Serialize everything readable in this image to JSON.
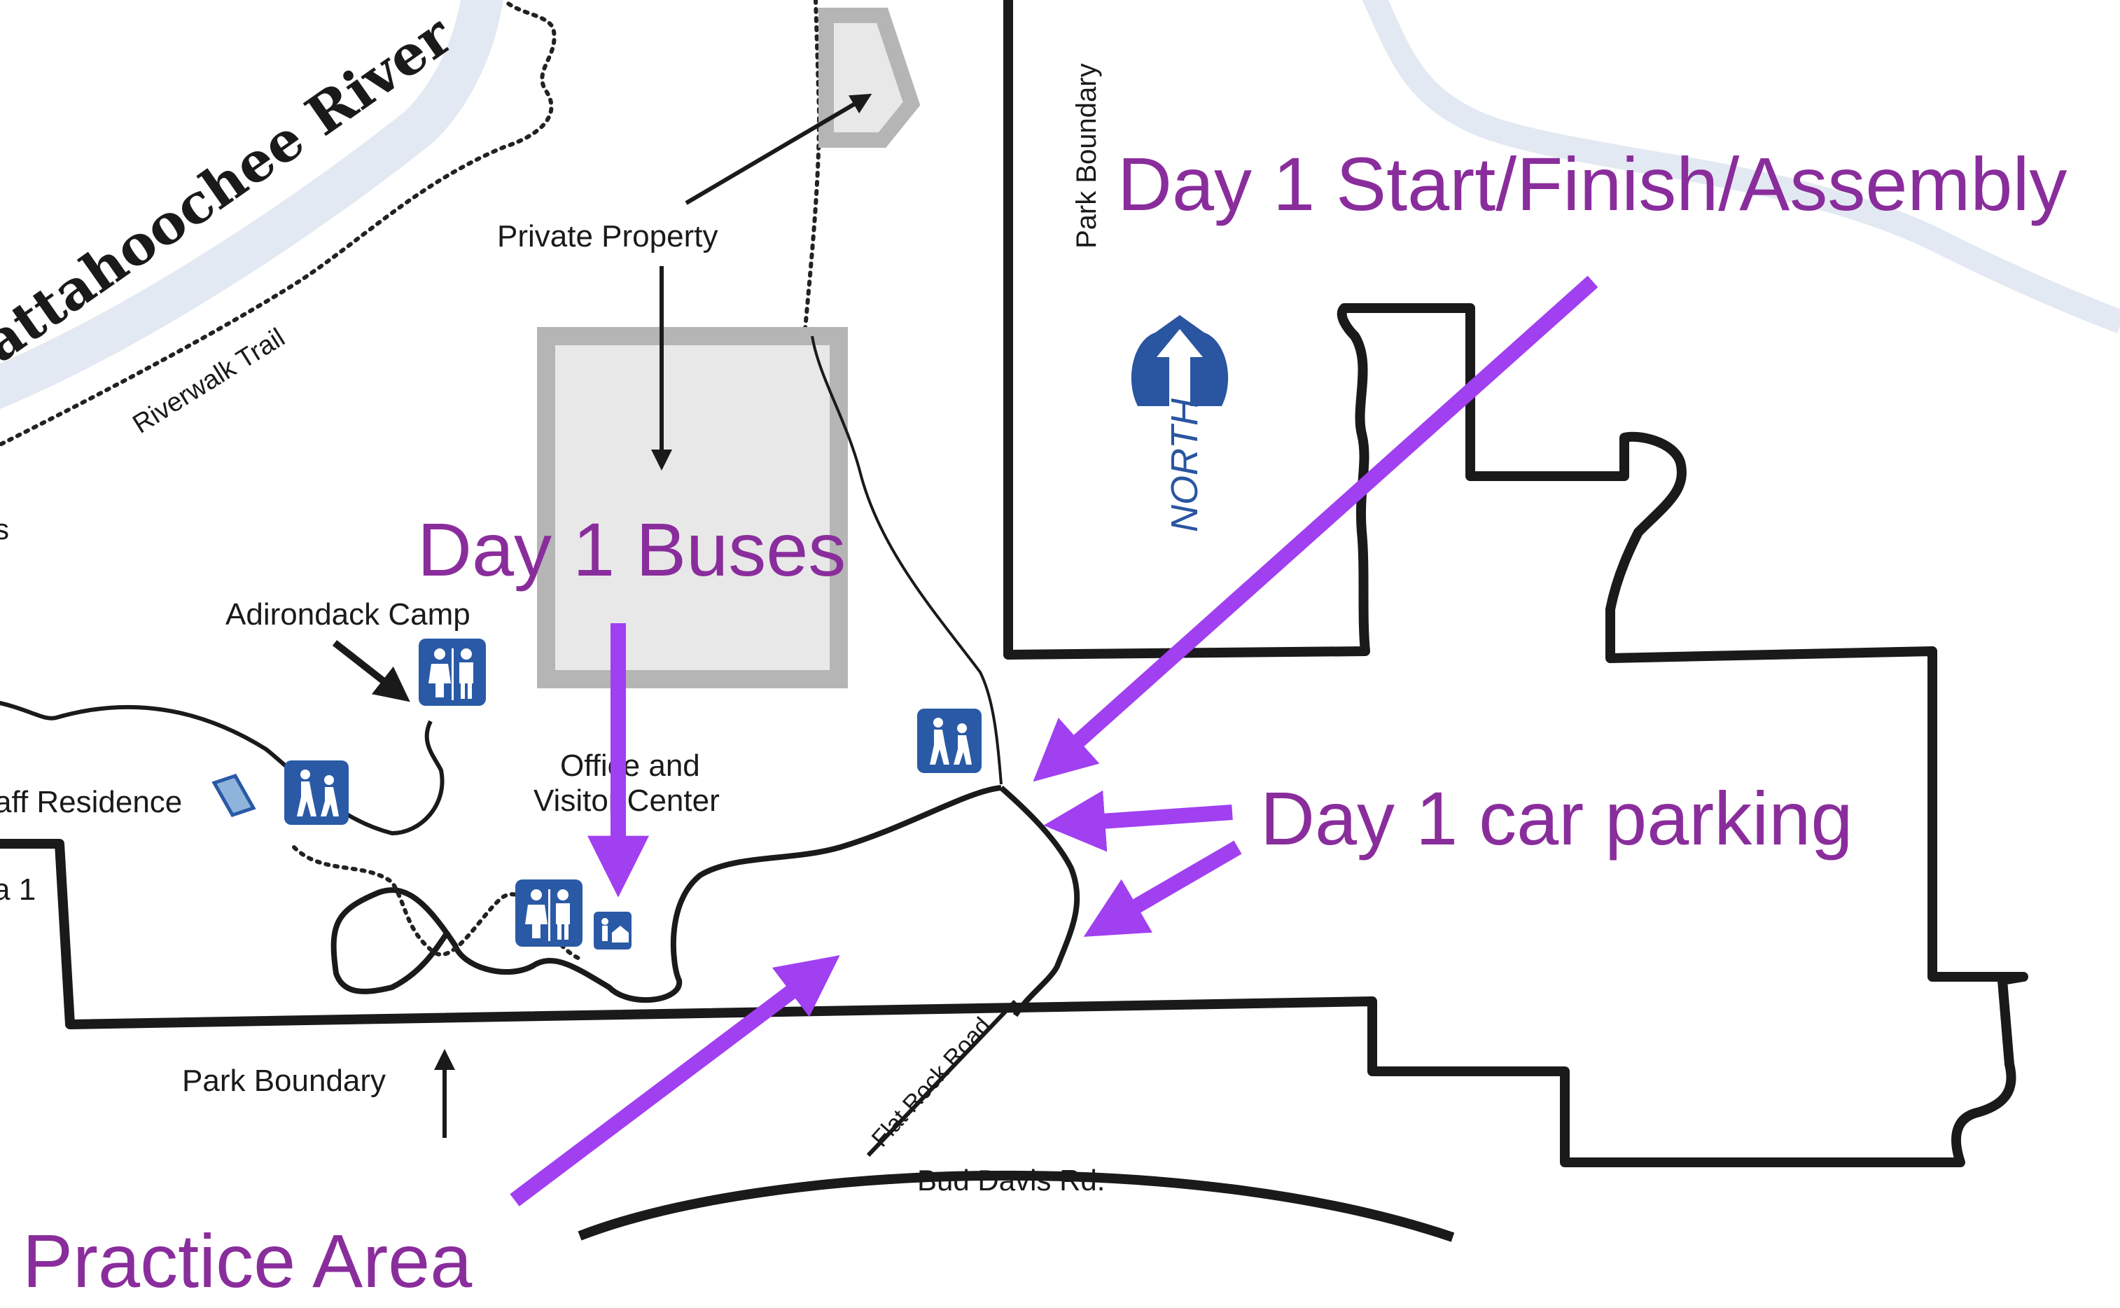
{
  "map": {
    "river_label": "attahoochee River",
    "riverwalk_label": "Riverwalk Trail",
    "private_property_label": "Private Property",
    "park_boundary_top_label": "Park Boundary",
    "park_boundary_bottom_label": "Park Boundary",
    "north_label": "NORTH",
    "adirondack_label": "Adirondack Camp",
    "staff_residence_label": "aff Residence",
    "office_label_line1": "Office and",
    "office_label_line2": "Visitor Center",
    "flat_rock_label": "Flat Rock Road",
    "bud_davis_label": "Bud Davis Rd.",
    "left_edge_label_1": "a 1",
    "left_edge_label_2": "s"
  },
  "annotations": {
    "start_finish": "Day 1 Start/Finish/Assembly",
    "buses": "Day 1 Buses",
    "car_parking": "Day 1 car parking",
    "practice_area": "Practice Area"
  },
  "icons": [
    "restroom-icon",
    "hiking-icon",
    "ranger-station-icon",
    "shelter-icon",
    "north-arrow-icon"
  ],
  "colors": {
    "annotation": "#8a2d9c",
    "arrow": "#a040f0",
    "north": "#2a55a0",
    "icon_bg": "#2a5aa6",
    "water": "#e3e9f2",
    "building_fill": "#e8e8e8",
    "building_stroke": "#b5b5b5"
  }
}
